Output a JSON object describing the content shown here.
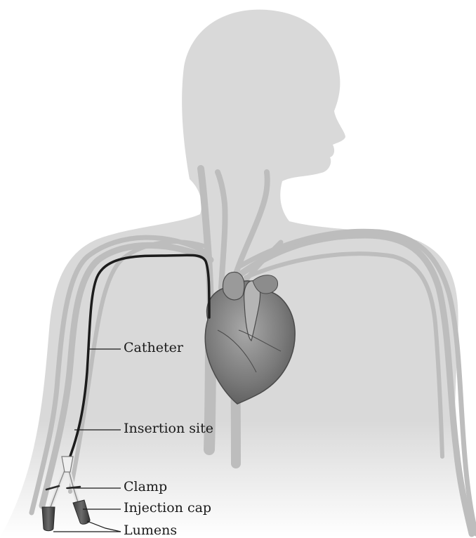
{
  "labels": {
    "catheter": "Catheter",
    "insertion_site": "Insertion site",
    "clamp": "Clamp",
    "injection_cap": "Injection cap",
    "lumens": "Lumens"
  },
  "colors": {
    "background": "#ffffff",
    "body_silhouette": "#d9d9d9",
    "vessels": "#bdbdbd",
    "heart": "#7d7d7d",
    "catheter": "#1c1c1c",
    "label_text": "#1a1a1a",
    "leader_lines": "#1a1a1a"
  }
}
